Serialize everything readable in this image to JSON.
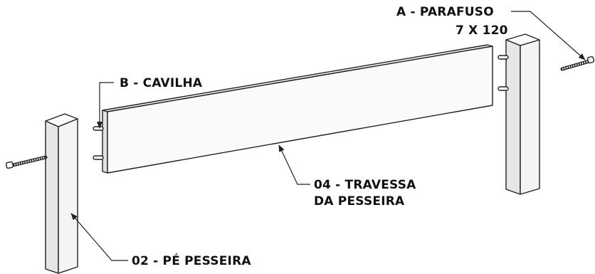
{
  "labels": {
    "screw_line1": "A - PARAFUSO",
    "screw_line2": "7 X 120",
    "dowel": "B - CAVILHA",
    "rail_line1": "04 - TRAVESSA",
    "rail_line2": "DA PESSEIRA",
    "post": "02 - PÉ PESSEIRA"
  },
  "colors": {
    "line": "#222222",
    "post_front": "#f4f4f4",
    "post_side": "#e6e6e6",
    "post_top": "#fbfbfb",
    "rail_face": "#fafafa",
    "rail_top": "#eeeeee",
    "screw_thread": "#333333"
  }
}
